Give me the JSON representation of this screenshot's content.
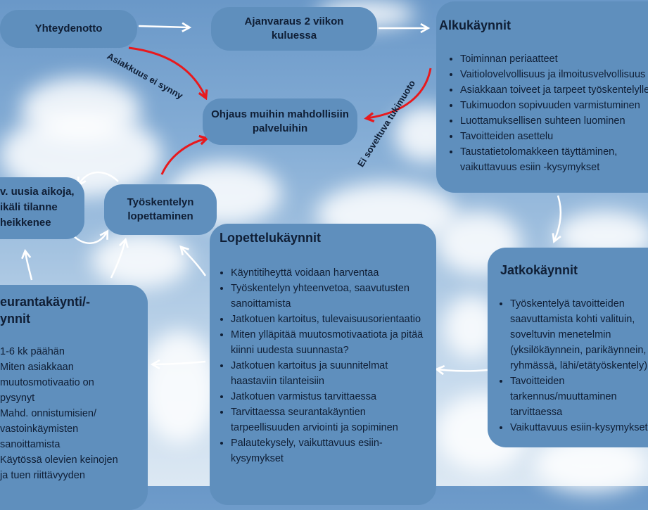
{
  "nodes": {
    "contact": "Yhteydenotto",
    "booking": "Ajanvaraus 2 viikon kuluessa",
    "referral": "Ohjaus muihin mahdollisiin palveluihin",
    "ending_work": "Työskentelyn lopettaminen",
    "new_times": "v. uusia aikoja, ikäli tilanne heikkenee"
  },
  "labels": {
    "no_client": "Asiakkuus ei synny",
    "not_suitable": "Ei soveltuva tukimuoto"
  },
  "alkukaynnit": {
    "title": "Alkukäynnit",
    "items": [
      "Toiminnan periaatteet",
      "Vaitiolovelvollisuus ja ilmoitusvelvollisuus",
      "Asiakkaan toiveet ja tarpeet työskentelylle",
      "Tukimuodon sopivuuden varmistuminen",
      "Luottamuksellisen suhteen luominen",
      "Tavoitteiden asettelu",
      " Taustatietolomakkeen täyttäminen, vaikuttavuus esiin -kysymykset"
    ]
  },
  "jatkokaynnit": {
    "title": "Jatkokäynnit",
    "items": [
      "Työskentelyä tavoitteiden saavuttamista kohti valituin, soveltuvin menetelmin (yksilökäynnein, parikäynnein, ryhmässä, lähi/etätyöskentely)",
      "Tavoitteiden tarkennus/muuttaminen tarvittaessa",
      "Vaikuttavuus esiin-kysymykset"
    ]
  },
  "lopettelukaynnit": {
    "title": "Lopettelukäynnit",
    "items": [
      "Käyntitiheyttä voidaan harventaa",
      "Työskentelyn yhteenvetoa, saavutusten sanoittamista",
      "Jatkotuen kartoitus, tulevaisuusorientaatio",
      "Miten ylläpitää muutosmotivaatiota ja pitää kiinni uudesta suunnasta?",
      "Jatkotuen kartoitus ja suunnitelmat haastaviin tilanteisiin",
      "Jatkotuen varmistus tarvittaessa",
      "Tarvittaessa seurantakäyntien tarpeellisuuden arviointi ja sopiminen",
      "Palautekysely, vaikuttavuus esiin-kysymykset"
    ]
  },
  "seuranta": {
    "title": "eurantakäynti/-\nynnit",
    "items": [
      "1-6 kk päähän",
      "Miten asiakkaan muutosmotivaatio on pysynyt",
      "Mahd. onnistumisien/ vastoinkäymisten sanoittamista",
      "Käytössä olevien keinojen ja tuen riittävyyden"
    ]
  }
}
